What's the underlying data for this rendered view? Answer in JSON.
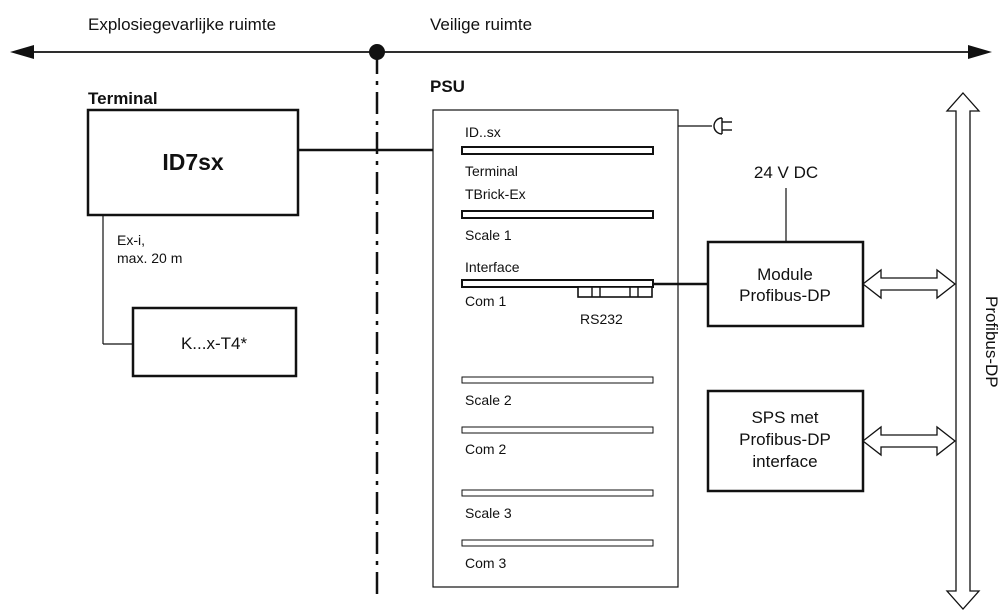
{
  "zones": {
    "hazardous": "Explosiegevarlijke ruimte",
    "safe": "Veilige ruimte"
  },
  "terminal": {
    "heading": "Terminal",
    "device": "ID7sx",
    "cable_line1": "Ex-i,",
    "cable_line2": "max. 20 m",
    "scale_box": "K...x-T4*"
  },
  "psu": {
    "heading": "PSU",
    "slots": {
      "id_label": "ID..sx",
      "terminal": "Terminal",
      "tbrick": "TBrick-Ex",
      "scale1": "Scale 1",
      "interface": "Interface",
      "com1": "Com 1",
      "rs232": "RS232",
      "scale2": "Scale 2",
      "com2": "Com 2",
      "scale3": "Scale 3",
      "com3": "Com 3"
    }
  },
  "power": {
    "label": "24 V DC"
  },
  "module": {
    "line1": "Module",
    "line2": "Profibus-DP"
  },
  "sps": {
    "line1": "SPS met",
    "line2": "Profibus-DP",
    "line3": "interface"
  },
  "bus": {
    "label": "Profibus-DP"
  },
  "icons": [
    "power-plug-icon",
    "double-arrow-icon",
    "boundary-dot-icon"
  ],
  "colors": {
    "line": "#111111",
    "background": "#ffffff"
  }
}
